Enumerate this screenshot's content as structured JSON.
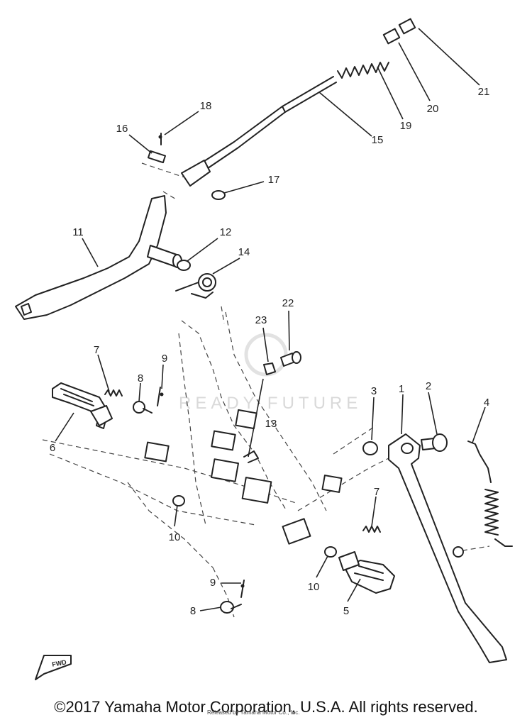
{
  "diagram": {
    "callouts": [
      {
        "id": "c1",
        "label": "1"
      },
      {
        "id": "c2",
        "label": "2"
      },
      {
        "id": "c3",
        "label": "3"
      },
      {
        "id": "c4",
        "label": "4"
      },
      {
        "id": "c5",
        "label": "5"
      },
      {
        "id": "c6",
        "label": "6"
      },
      {
        "id": "c7a",
        "label": "7"
      },
      {
        "id": "c7b",
        "label": "7"
      },
      {
        "id": "c8a",
        "label": "8"
      },
      {
        "id": "c8b",
        "label": "8"
      },
      {
        "id": "c9a",
        "label": "9"
      },
      {
        "id": "c9b",
        "label": "9"
      },
      {
        "id": "c10a",
        "label": "10"
      },
      {
        "id": "c10b",
        "label": "10"
      },
      {
        "id": "c11",
        "label": "11"
      },
      {
        "id": "c12",
        "label": "12"
      },
      {
        "id": "c13",
        "label": "13"
      },
      {
        "id": "c14",
        "label": "14"
      },
      {
        "id": "c15",
        "label": "15"
      },
      {
        "id": "c16",
        "label": "16"
      },
      {
        "id": "c17",
        "label": "17"
      },
      {
        "id": "c18",
        "label": "18"
      },
      {
        "id": "c19",
        "label": "19"
      },
      {
        "id": "c20",
        "label": "20"
      },
      {
        "id": "c21",
        "label": "21"
      },
      {
        "id": "c22",
        "label": "22"
      },
      {
        "id": "c23",
        "label": "23"
      }
    ],
    "fwd_label": "FWD",
    "watermark": "READY FUTURE"
  },
  "footer": {
    "copyright": "©2017 Yamaha Motor Corporation, U.S.A. All rights reserved.",
    "sub_credit": "Released by Yamaha Motor Co., Inc."
  },
  "colors": {
    "line": "#222222",
    "background": "#ffffff"
  }
}
